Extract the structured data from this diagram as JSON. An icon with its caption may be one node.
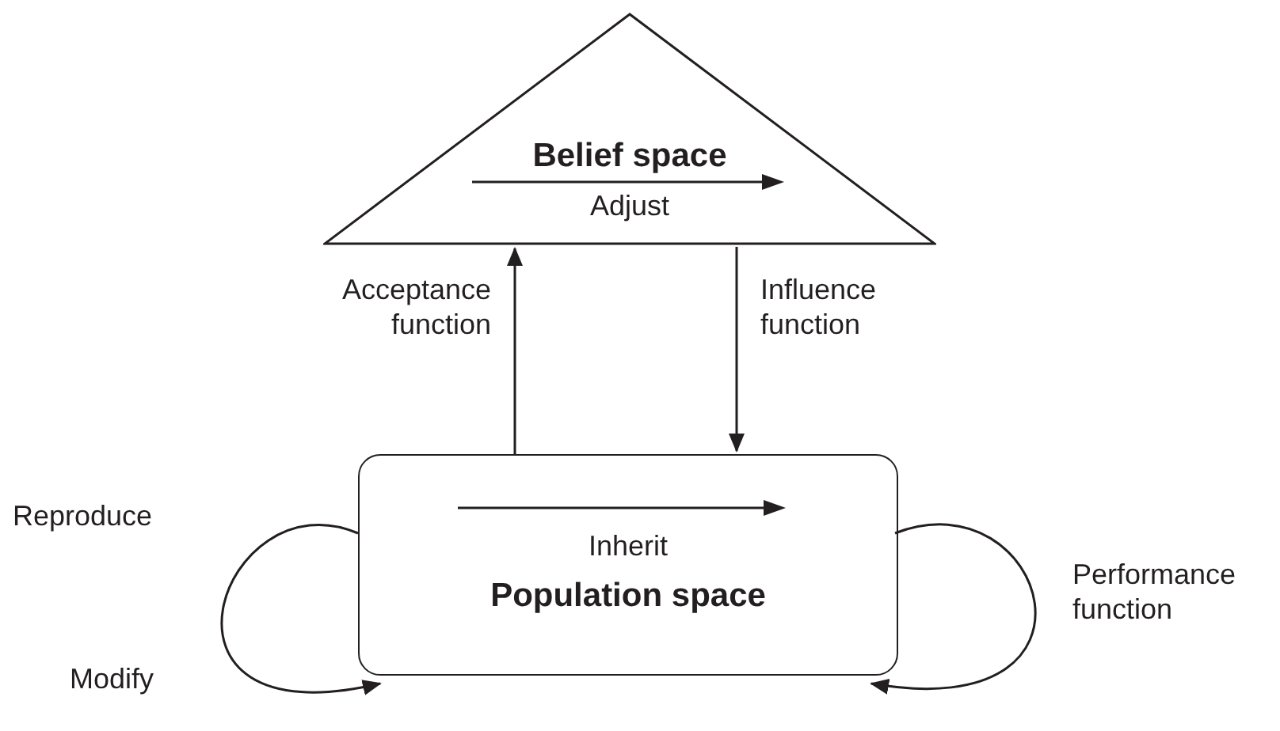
{
  "diagram": {
    "nodes": [
      {
        "text": [
          "Belief space",
          "Adjust"
        ]
      },
      {
        "text": [
          "Inherit",
          "Population space"
        ]
      }
    ],
    "edges": [
      {
        "from": 1,
        "to": 0,
        "arrow": "to",
        "label": "Acceptance function"
      },
      {
        "from": 0,
        "to": 1,
        "arrow": "to",
        "label": "Influence function"
      },
      {
        "from": 1,
        "to": 1,
        "arrow": "to",
        "label": "Reproduce"
      },
      {
        "from": 1,
        "to": 1,
        "arrow": "to",
        "label": "Performance function"
      }
    ],
    "labels": [
      "Modify"
    ]
  }
}
